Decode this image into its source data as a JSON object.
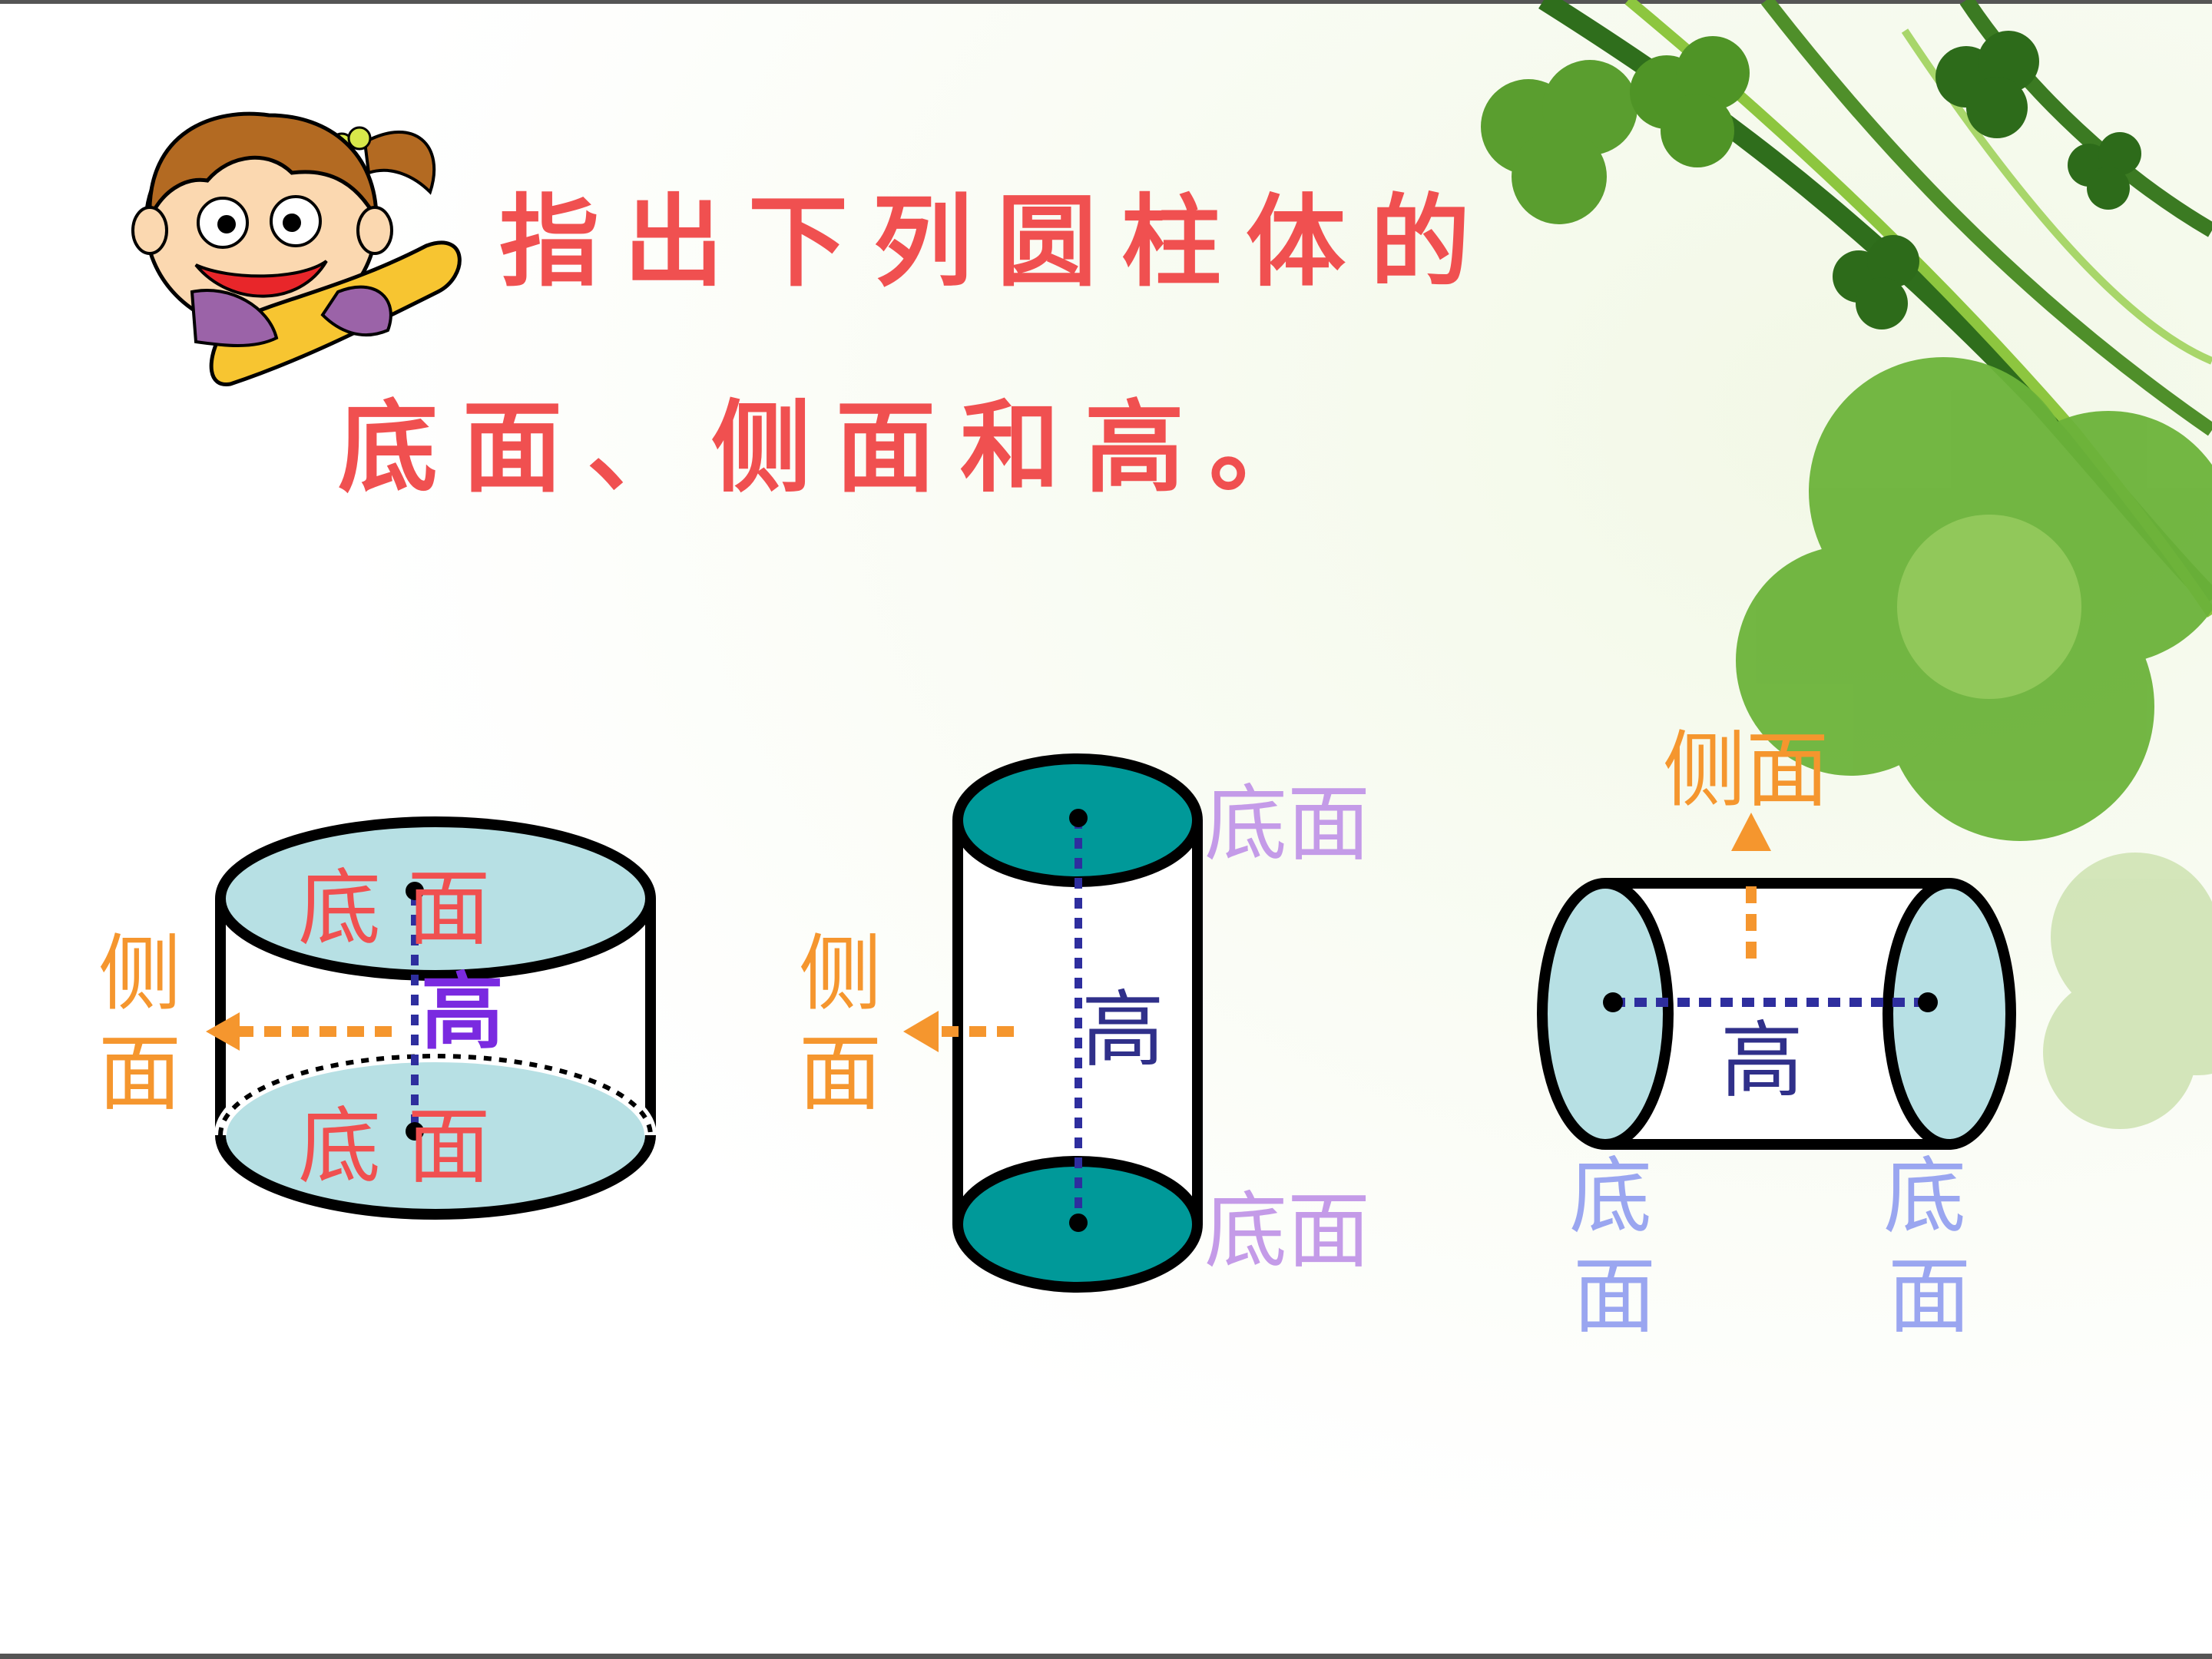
{
  "title": {
    "line1": "指出下列圆柱体的",
    "line2": "底面、侧面和高。",
    "color": "#f05050"
  },
  "colors": {
    "base_label_red": "#f05050",
    "base_label_violet": "#c49be8",
    "base_label_blue": "#9aa6f0",
    "side_label": "#f5962e",
    "height_label_navy": "#30308a",
    "height_label_purple": "#7a2ae0",
    "cyl_light": "#b7e0e4",
    "cyl_teal": "#009999",
    "axis_dots": "#2e2e9e",
    "arrow": "#f5962e"
  },
  "decorations": [
    "girl-mascot",
    "clover-vine"
  ],
  "cylinder_short": {
    "top_base_label": "底 面",
    "bottom_base_label": "底 面",
    "side_label_top": "侧",
    "side_label_bottom": "面",
    "height_label": "高"
  },
  "cylinder_tall": {
    "top_base_label": "底面",
    "bottom_base_label": "底面",
    "side_label_top": "侧",
    "side_label_bottom": "面",
    "height_label": "高"
  },
  "cylinder_lying": {
    "side_label": "侧面",
    "height_label": "高",
    "left_base_top": "底",
    "left_base_bottom": "面",
    "right_base_top": "底",
    "right_base_bottom": "面"
  }
}
